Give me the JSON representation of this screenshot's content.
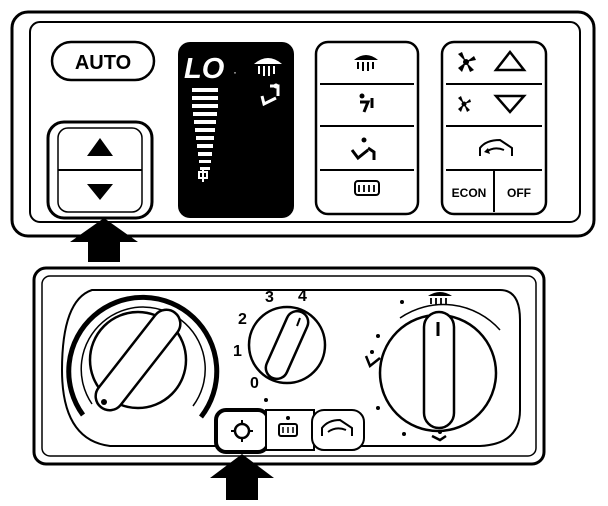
{
  "top_panel": {
    "auto_label": "AUTO",
    "display_temp": "LO",
    "econ_label": "ECON",
    "off_label": "OFF"
  },
  "bottom_panel": {
    "fan_speeds": [
      "0",
      "1",
      "2",
      "3",
      "4"
    ]
  },
  "icons": {
    "temp_up": "triangle-up",
    "temp_down": "triangle-down",
    "fan_up": "triangle-up",
    "fan_down": "triangle-down",
    "arrows": "pointer-arrow"
  },
  "colors": {
    "ink": "#000000",
    "paper": "#ffffff"
  }
}
